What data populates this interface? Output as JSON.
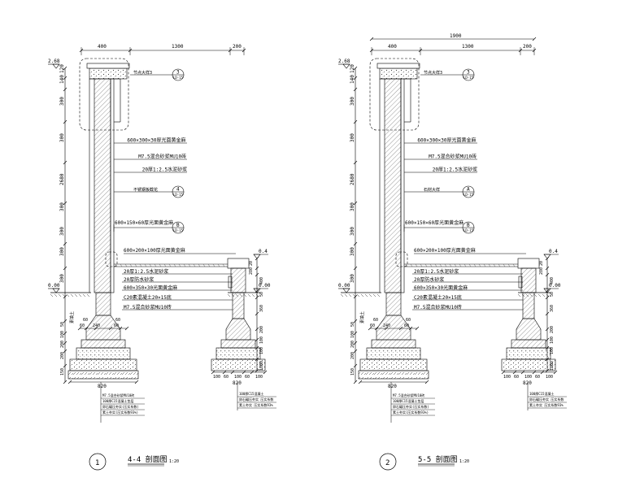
{
  "sheet": {
    "colors": {
      "line": "#000000",
      "hatch": "#555555",
      "background": "#ffffff"
    }
  },
  "sections": [
    {
      "id": "left",
      "number": "1",
      "title": "4-4 剖面图",
      "scale": "1:20",
      "top_dims": [
        "400",
        "1300",
        "200"
      ],
      "overall_dim": "",
      "elev_top": "2.68",
      "elev_mid": "0.4",
      "elev_ground": "0.00",
      "elev_right": "0.00",
      "left_dims_vertical": [
        "120",
        "140",
        "300",
        "300",
        "2680",
        "300",
        "300",
        "300",
        "300"
      ],
      "left_dims_lower": [
        "50",
        "100",
        "200",
        "200",
        "150"
      ],
      "side_note": "素填土",
      "callouts": [
        {
          "text": "节点大样3",
          "ref": "3",
          "sheet": "LD-15"
        },
        {
          "text": "不锈钢板截花",
          "ref": "4",
          "sheet": "LD-15"
        },
        {
          "text": "",
          "ref": "B",
          "sheet": "LD-15"
        }
      ],
      "wall_labels": [
        "600×300×30厚光面黄金麻",
        "M7.5混合砂浆MU10砖",
        "20厚1:2.5水泥砂浆"
      ],
      "cap_label": "600×150×60厚光面黄金麻",
      "low_cap_label": "600×200×100厚光面黄金麻",
      "low_labels": [
        "20厚1:2.5水泥砂浆",
        "20厚防水砂浆",
        "600×350×30光面黄金麻",
        "C20素混凝土20×15底",
        "M7.5混合砂浆MU10砖"
      ],
      "low_right_dims": [
        "20",
        "280",
        "400",
        "50",
        "360",
        "200",
        "100",
        "100",
        "50",
        "100"
      ],
      "base_dims_left": [
        "60",
        "60",
        "60",
        "60",
        "60",
        "240",
        "100",
        "100"
      ],
      "base_dims_right": [
        "100",
        "60",
        "100",
        "60",
        "100"
      ],
      "bottom_width_left": "820",
      "bottom_width_right": "820",
      "bottom_notes_left": [
        "M7.5混合砂浆MU10砖",
        "100厚C15混凝土垫层",
        "卵石碾压夯实(压实系数)",
        "素土夯实(压实系数93%)"
      ],
      "bottom_notes_right": [
        "100厚C15混凝土",
        "卵石碾压夯实 压实系数",
        "素土夯实 压实系数93%"
      ]
    },
    {
      "id": "right",
      "number": "2",
      "title": "5-5 剖面图",
      "scale": "1:20",
      "top_dims": [
        "400",
        "1300",
        "200"
      ],
      "overall_dim": "1900",
      "elev_top": "2.68",
      "elev_mid": "0.4",
      "elev_ground": "0.00",
      "elev_right": "0.00",
      "left_dims_vertical": [
        "120",
        "140",
        "300",
        "300",
        "2680",
        "300",
        "300",
        "300",
        "300"
      ],
      "left_dims_lower": [
        "50",
        "100",
        "200",
        "200",
        "150"
      ],
      "side_note": "素填土",
      "callouts": [
        {
          "text": "节点大样3",
          "ref": "3",
          "sheet": "LD-15"
        },
        {
          "text": "石材大样",
          "ref": "A",
          "sheet": "LD-15"
        },
        {
          "text": "",
          "ref": "B",
          "sheet": "LD-15"
        }
      ],
      "wall_labels": [
        "600×300×30厚光面黄金麻",
        "M7.5混合砂浆MU10砖",
        "20厚1:2.5水泥砂浆"
      ],
      "cap_label": "600×150×60厚光面黄金麻",
      "low_cap_label": "600×200×100厚光面黄金麻",
      "low_labels": [
        "20厚1:2.5水泥砂浆",
        "20厚防水砂浆",
        "600×350×30光面黄金麻",
        "C20素混凝土20×15底",
        "M7.5混合砂浆MU10砖"
      ],
      "low_right_dims": [
        "20",
        "280",
        "400",
        "50",
        "360",
        "200",
        "100",
        "100",
        "50",
        "100"
      ],
      "base_dims_left": [
        "60",
        "60",
        "60",
        "60",
        "60",
        "240",
        "100",
        "100"
      ],
      "base_dims_right": [
        "100",
        "60",
        "100",
        "60",
        "100"
      ],
      "bottom_width_left": "820",
      "bottom_width_right": "820",
      "bottom_notes_left": [
        "M7.5混合砂浆MU10砖",
        "100厚C15混凝土垫层",
        "卵石碾压夯实(压实系数)",
        "素土夯实(压实系数93%)"
      ],
      "bottom_notes_right": [
        "100厚C15混凝土",
        "卵石碾压夯实 压实系数",
        "素土夯实 压实系数93%"
      ]
    }
  ]
}
